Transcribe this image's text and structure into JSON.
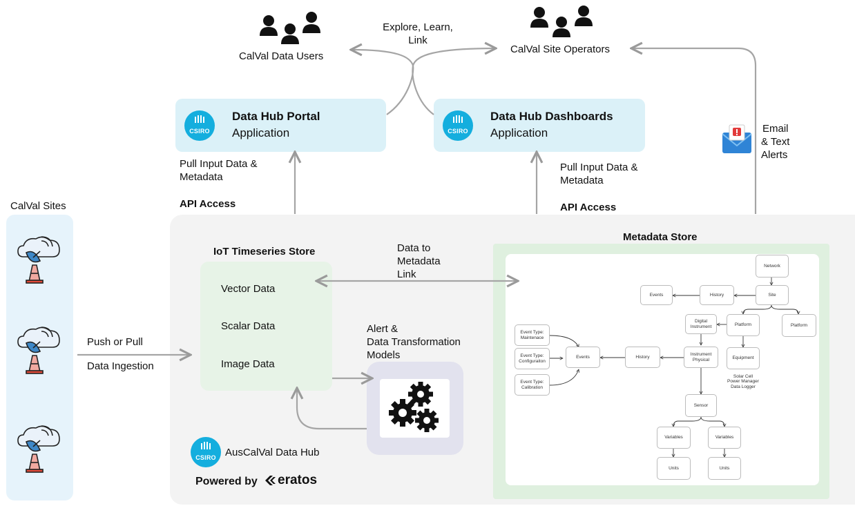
{
  "users": {
    "data_users_label": "CalVal Data Users",
    "site_operators_label": "CalVal Site Operators",
    "explore_label_1": "Explore, Learn,",
    "explore_label_2": "Link"
  },
  "portal": {
    "title": "Data Hub Portal",
    "subtitle": "Application",
    "logo_text": "CSIRO",
    "pull_label_1": "Pull Input Data &",
    "pull_label_2": "Metadata",
    "api_label": "API Access"
  },
  "dashboards": {
    "title": "Data Hub Dashboards",
    "subtitle": "Application",
    "logo_text": "CSIRO",
    "pull_label_1": "Pull Input Data &",
    "pull_label_2": "Metadata",
    "api_label": "API Access"
  },
  "alerts": {
    "label_1": "Email",
    "label_2": "& Text",
    "label_3": "Alerts",
    "icon": "email-alert-icon"
  },
  "sites": {
    "title": "CalVal Sites",
    "icon": "satellite-dish-cloud-icon",
    "ingest_label_1": "Push or Pull",
    "ingest_label_2": "Data Ingestion"
  },
  "iot": {
    "title": "IoT Timeseries Store",
    "items": [
      "Vector Data",
      "Scalar Data",
      "Image Data"
    ]
  },
  "link": {
    "label_1": "Data to",
    "label_2": "Metadata",
    "label_3": "Link"
  },
  "models": {
    "label_1": "Alert &",
    "label_2": "Data Transformation",
    "label_3": "Models",
    "icon": "gears-icon"
  },
  "hub": {
    "logo_text": "CSIRO",
    "name": "AusCalVal Data Hub",
    "powered_by": "Powered by",
    "brand": "eratos"
  },
  "metadata": {
    "title": "Metadata Store",
    "nodes": {
      "network": "Network",
      "site": "Site",
      "history_top": "History",
      "events_top": "Events",
      "platform_mid": "Platform",
      "platform_right": "Platform",
      "digital_1": "Digital",
      "digital_2": "Instrument",
      "equipment": "Equipment",
      "solar_1": "Solar Cell",
      "solar_2": "Power Manager",
      "solar_3": "Data Logger",
      "instrument_1": "Instrument",
      "instrument_2": "Physical",
      "history_mid": "History",
      "events_mid": "Events",
      "maint_1": "Event Type:",
      "maint_2": "Maintenace",
      "config_1": "Event Type:",
      "config_2": "Configuraiton",
      "calib_1": "Event Type:",
      "calib_2": "Calibration",
      "sensor": "Sensor",
      "variables_left": "Variables",
      "variables_right": "Variables",
      "units_left": "Units",
      "units_right": "Units"
    }
  }
}
